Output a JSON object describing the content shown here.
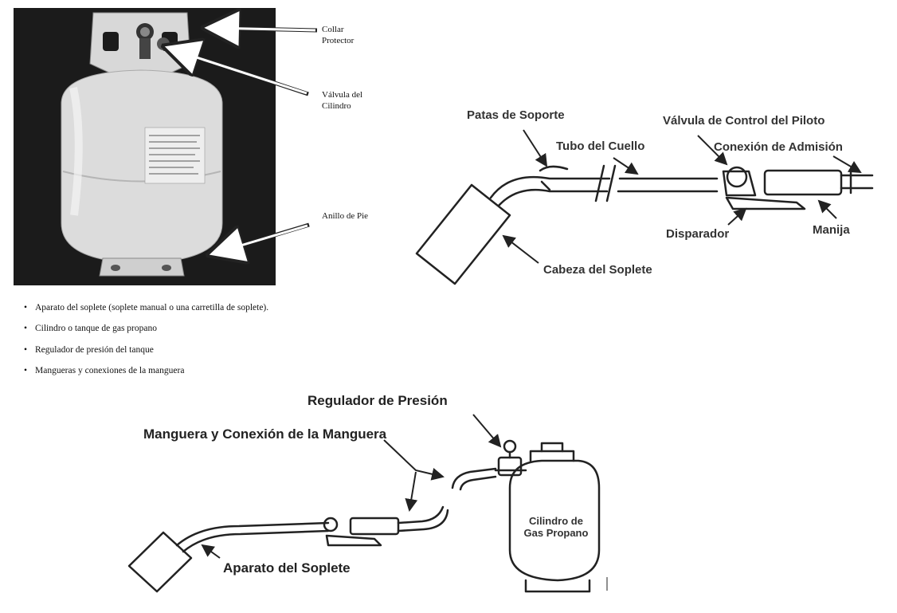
{
  "photo_panel": {
    "labels": {
      "collar": [
        "Collar",
        "Protector"
      ],
      "valve": [
        "Válvula del",
        "Cilindro"
      ],
      "foot_ring": "Anillo de Pie"
    }
  },
  "torch_diagram": {
    "labels": {
      "support_legs": "Patas de Soporte",
      "neck_tube": "Tubo del Cuello",
      "pilot_valve": "Válvula de Control del Piloto",
      "inlet": "Conexión de Admisión",
      "trigger": "Disparador",
      "handle": "Manija",
      "head": "Cabeza del Soplete"
    }
  },
  "bullet_list": [
    "Aparato del soplete (soplete manual o una carretilla de soplete).",
    "Cilindro o tanque de gas propano",
    "Regulador de presión del tanque",
    "Mangueras y conexiones de la manguera"
  ],
  "assembly_diagram": {
    "labels": {
      "regulator": "Regulador de Presión",
      "hose": "Manguera y Conexión de la Manguera",
      "cylinder": [
        "Cilindro de",
        "Gas Propano"
      ],
      "torch": "Aparato del Soplete"
    }
  },
  "colors": {
    "photo_background": "#1b1b1b",
    "tank": "#dcdcdc",
    "line_art": "#222222"
  }
}
